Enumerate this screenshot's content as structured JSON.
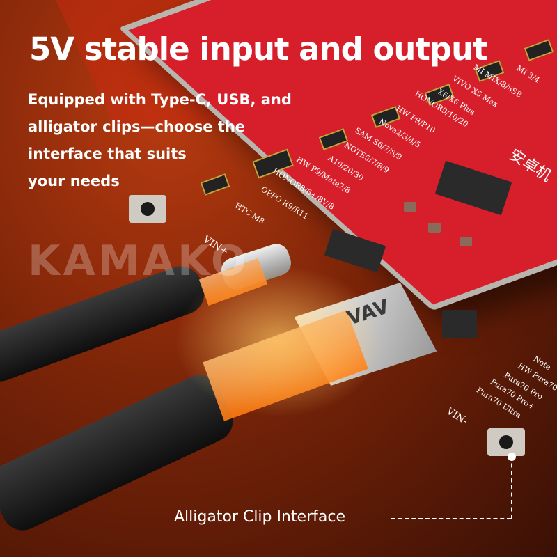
{
  "headline": "5V stable input and output",
  "subtitle_lines": [
    "Equipped with Type-C, USB, and",
    "alligator clips—choose the",
    "interface that suits",
    "your needs"
  ],
  "callout": "Alligator Clip Interface",
  "watermark": "KAMAKO",
  "board_labels": {
    "htc": "HTC M8",
    "oppo": "OPPO R9/R11",
    "honor8": "HONOR8/6+/8V/8",
    "hwp9": "HW P9/Mate7/8",
    "a10": "A10/20/30",
    "note": "NOTE5/7/8/9",
    "sam": "SAM S6/7/8/9",
    "nova": "Nova2/3/4/5",
    "hwp10": "HW P9/P10",
    "honor9": "HONOR9/10/20",
    "x6": "X6/X6 Plus",
    "vivo": "VIVO X5 Max",
    "mimix": "MI MIX/8/8SE",
    "mi34": "MI 3/4",
    "android": "安卓机",
    "vin_plus": "VIN+",
    "vin_minus": "VIN-",
    "note_r": "Note",
    "pura": [
      "HW Pura70",
      "Pura70 Pro",
      "Pura70 Pro+",
      "Pura70 Ultra"
    ],
    "usb_port": "VAV"
  }
}
